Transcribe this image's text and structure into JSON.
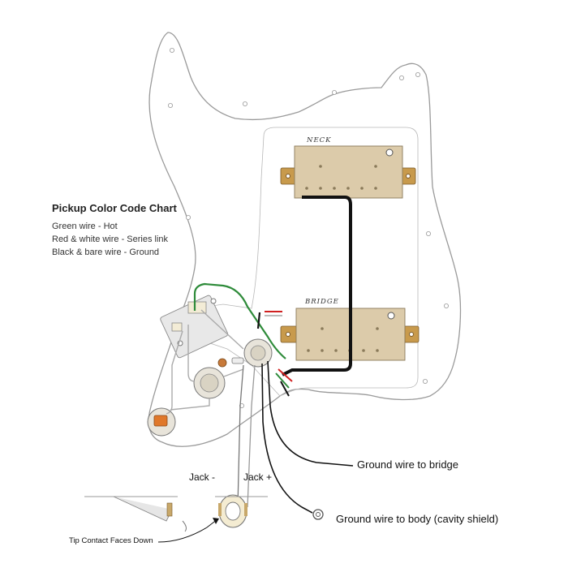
{
  "legend": {
    "title": "Pickup Color Code Chart",
    "items": [
      "Green wire - Hot",
      "Red & white wire - Series link",
      "Black & bare wire - Ground"
    ]
  },
  "pickups": {
    "neck": "NECK",
    "bridge": "BRIDGE"
  },
  "labels": {
    "ground_bridge": "Ground wire to bridge",
    "ground_body": "Ground wire to body (cavity shield)",
    "jack_minus": "Jack -",
    "jack_plus": "Jack +",
    "tip_contact": "Tip Contact Faces Down"
  },
  "colors": {
    "pickguard": "#ffffff",
    "pickup_cover": "#dccbaa",
    "wire_hot": "#2e8b3a",
    "wire_series": "#d02020",
    "wire_ground": "#111111"
  }
}
